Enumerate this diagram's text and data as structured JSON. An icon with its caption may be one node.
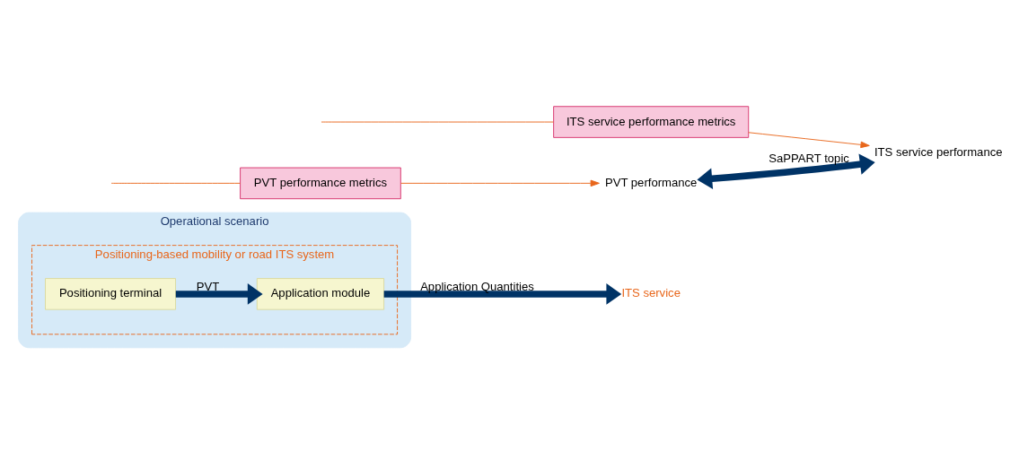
{
  "diagram": {
    "nodes": [
      {
        "text": [
          "Operational scenario"
        ]
      },
      {
        "text": [
          "Positioning-based mobility or road ITS system"
        ],
        "in": 0
      },
      {
        "text": [
          "Positioning terminal"
        ],
        "in": 1
      },
      {
        "text": [
          "Application module"
        ],
        "in": 1
      },
      {
        "text": [
          "ITS service"
        ]
      },
      {
        "text": [
          "PVT performance metrics"
        ]
      },
      {
        "text": [
          "ITS service performance metrics"
        ]
      },
      {
        "text": [
          "PVT performance"
        ]
      },
      {
        "text": [
          "ITS service performance"
        ]
      }
    ],
    "edges": [
      {
        "from": 2,
        "to": 3,
        "arrow": "to",
        "label": "PVT",
        "style": "thick",
        "color": "#003366"
      },
      {
        "from": 3,
        "to": 4,
        "arrow": "to",
        "label": "Application Quantities",
        "style": "thick",
        "color": "#003366"
      },
      {
        "from": null,
        "to": 5,
        "arrow": "none",
        "color": "#e8671c"
      },
      {
        "from": null,
        "to": 6,
        "arrow": "none",
        "color": "#e8671c"
      },
      {
        "from": 5,
        "to": 7,
        "arrow": "to",
        "color": "#e8671c"
      },
      {
        "from": 6,
        "to": 8,
        "arrow": "to",
        "color": "#e8671c"
      },
      {
        "from": 7,
        "to": 8,
        "arrow": "both",
        "label": "SaPPART topic",
        "style": "thick",
        "color": "#003366"
      }
    ]
  }
}
